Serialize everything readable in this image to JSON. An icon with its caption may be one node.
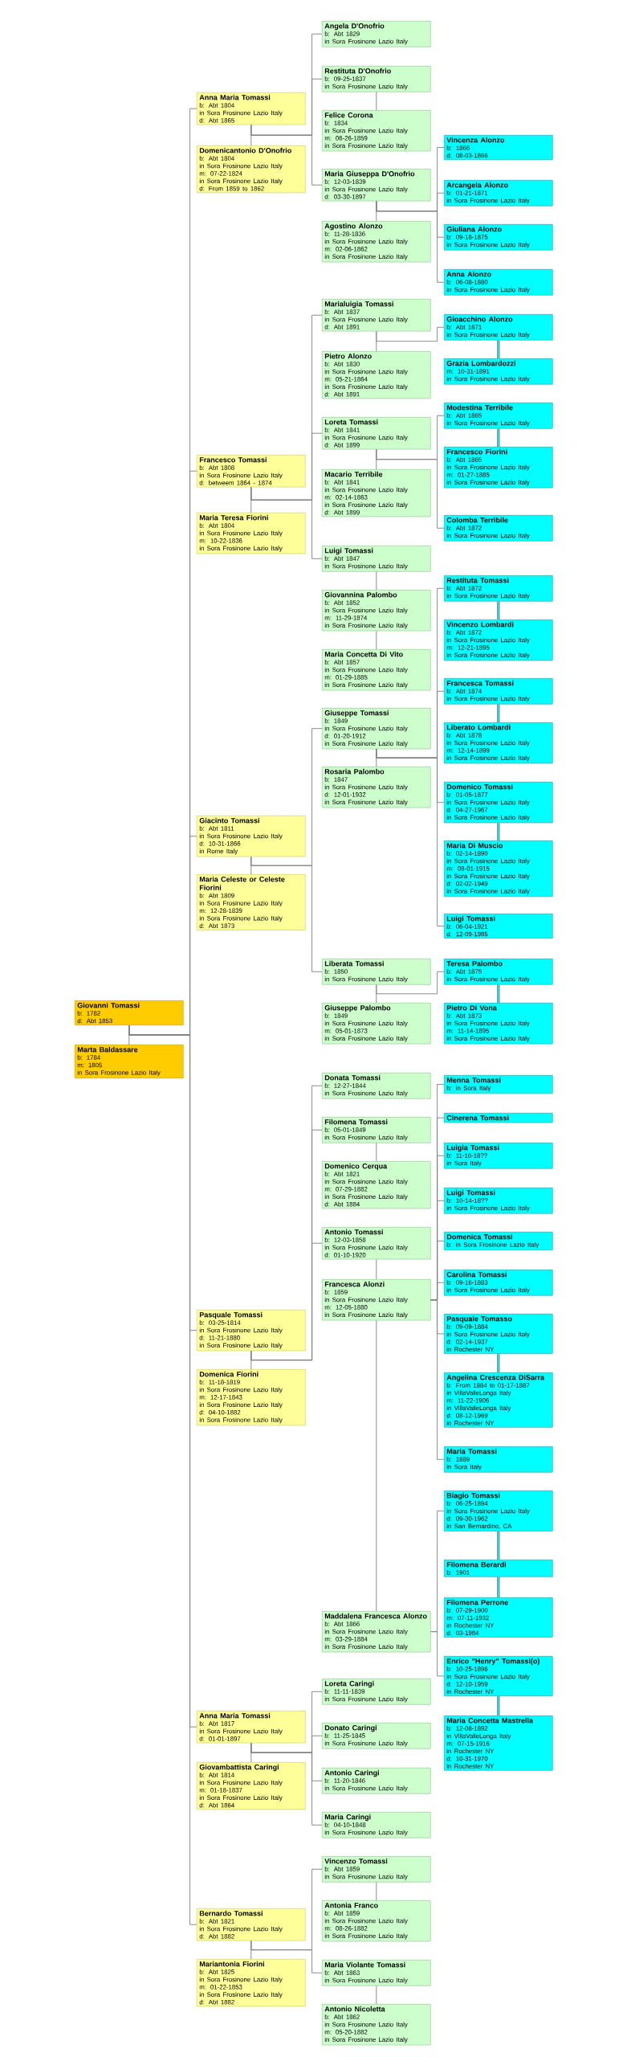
{
  "diagram": {
    "nodes": [
      {
        "text": [
          "Giovanni Tomassi",
          "b: 1782",
          "d: Abt 1853"
        ]
      },
      {
        "text": [
          "Marta Baldassare",
          "b: 1784",
          "m: 1805",
          "in Sora Frosinone Lazio Italy"
        ]
      },
      {
        "text": [
          "Anna Maria Tomassi",
          "b: Abt 1804",
          "in Sora Frosinone Lazio Italy",
          "d: Abt 1865"
        ]
      },
      {
        "text": [
          "Domenicantonio D'Onofrio",
          "b: Abt 1804",
          "in Sora Frosinone Lazio Italy",
          "m: 07-22-1824",
          "in Sora Frosinone Lazio Italy",
          "d: From 1859 to 1862"
        ]
      },
      {
        "text": [
          "Francesco Tomassi",
          "b: Abt 1808",
          "in Sora Frosinone Lazio Italy",
          "d: betweem 1864 - 1874"
        ]
      },
      {
        "text": [
          "Maria Teresa Fiorini",
          "b: Abt 1804",
          "in Sora Frosinone Lazio Italy",
          "m: 10-22-1836",
          "in Sora Frosinone Lazio Italy"
        ]
      },
      {
        "text": [
          "Giacinto Tomassi",
          "b: Abt 1811",
          "in Sora Frosinone Lazio Italy",
          "d: 10-31-1866",
          "in Rome Italy"
        ]
      },
      {
        "text": [
          "Maria Celeste or Celeste Fiorini",
          "b: Abt 1809",
          "in Sora Frosinone Lazio Italy",
          "m: 12-28-1839",
          "in Sora Frosinone Lazio Italy",
          "d: Abt 1873"
        ]
      },
      {
        "text": [
          "Pasquale Tomassi",
          "b: 03-25-1814",
          "in Sora Frosinone Lazio Italy",
          "d: 11-21-1880",
          "in Sora Frosinone Lazio Italy"
        ]
      },
      {
        "text": [
          "Domenica Fiorini",
          "b: 11-18-1819",
          "in Sora Frosinone Lazio Italy",
          "m: 12-17-1843",
          "in Sora Frosinone Lazio Italy",
          "d: 04-10-1882",
          "in Sora Frosinone Lazio Italy"
        ]
      },
      {
        "text": [
          "Anna Maria Tomassi",
          "b: Abt 1817",
          "in Sora Frosinone Lazio Italy",
          "d: 01-01-1897"
        ]
      },
      {
        "text": [
          "Giovambattista Caringi",
          "b: Abt 1814",
          "in Sora Frosinone Lazio Italy",
          "m: 01-18-1837",
          "in Sora Frosinone Lazio Italy",
          "d: Abt 1864"
        ]
      },
      {
        "text": [
          "Bernardo Tomassi",
          "b: Abt 1821",
          "in Sora Frosinone Lazio Italy",
          "d: Abt 1882"
        ]
      },
      {
        "text": [
          "Mariantonia Fiorini",
          "b: Abt 1825",
          "in Sora Frosinone Lazio Italy",
          "m: 01-22-1853",
          "in Sora Frosinone Lazio Italy",
          "d: Abt 1882"
        ]
      },
      {
        "text": [
          "Angela D'Onofrio",
          "b: Abt 1829",
          "in Sora Frosinone Lazio Italy"
        ]
      },
      {
        "text": [
          "Restituta D'Onofrio",
          "b: 09-25-1837",
          "in Sora Frosinone Lazio Italy"
        ]
      },
      {
        "text": [
          "Felice Corona",
          "b: 1834",
          "in Sora Frosinone Lazio Italy",
          "m: 06-26-1859",
          "in Sora Frosinone Lazio Italy"
        ]
      },
      {
        "text": [
          "Maria Giuseppa D'Onofrio",
          "b: 12-03-1839",
          "in Sora Frosinone Lazio Italy",
          "d: 03-30-1897"
        ]
      },
      {
        "text": [
          "Agostino Alonzo",
          "b: 11-28-1836",
          "in Sora Frosinone Lazio Italy",
          "m: 02-06-1862",
          "in Sora Frosinone Lazio Italy"
        ]
      },
      {
        "text": [
          "Marialuigia Tomassi",
          "b: Abt 1837",
          "in Sora Frosinone Lazio Italy",
          "d: Abt 1891"
        ]
      },
      {
        "text": [
          "Pietro Alonzo",
          "b: Abt 1830",
          "in Sora Frosinone Lazio Italy",
          "m: 05-21-1864",
          "in Sora Frosinone Lazio Italy",
          "d: Abt 1891"
        ]
      },
      {
        "text": [
          "Loreta Tomassi",
          "b: Abt 1841",
          "in Sora Frosinone Lazio Italy",
          "d: Abt 1899"
        ]
      },
      {
        "text": [
          "Macario Terribile",
          "b: Abt 1841",
          "in Sora Frosinone Lazio Italy",
          "m: 02-14-1863",
          "in Sora Frosinone Lazio Italy",
          "d: Abt 1899"
        ]
      },
      {
        "text": [
          "Luigi Tomassi",
          "b: Abt 1847",
          "in Sora Frosinone Lazio Italy"
        ]
      },
      {
        "text": [
          "Giovannina Palombo",
          "b: Abt 1852",
          "in Sora Frosinone Lazio Italy",
          "m: 11-29-1874",
          "in Sora Frosinone Lazio Italy"
        ]
      },
      {
        "text": [
          "Maria Concetta Di Vito",
          "b: Abt 1857",
          "in Sora Frosinone Lazio Italy",
          "m: 01-29-1885",
          "in Sora Frosinone Lazio Italy"
        ]
      },
      {
        "text": [
          "Giuseppe Tomassi",
          "b: 1849",
          "in Sora Frosinone Lazio Italy",
          "d: 01-20-1912",
          "in Sora Frosinone Lazio Italy"
        ]
      },
      {
        "text": [
          "Rosaria Palombo",
          "b: 1847",
          "in Sora Frosinone Lazio Italy",
          "d: 12-01-1932",
          "in Sora Frosinone Lazio Italy"
        ]
      },
      {
        "text": [
          "Liberata Tomassi",
          "b: 1850",
          "in Sora Frosinone Lazio Italy"
        ]
      },
      {
        "text": [
          "Giuseppe Palombo",
          "b: 1849",
          "in Sora Frosinone Lazio Italy",
          "m: 05-01-1873",
          "in Sora Frosinone Lazio Italy"
        ]
      },
      {
        "text": [
          "Donata Tomassi",
          "b: 12-27-1844",
          "in Sora Frosinone Lazio Italy"
        ]
      },
      {
        "text": [
          "Filomena Tomassi",
          "b: 05-01-1849",
          "in Sora Frosinone Lazio Italy"
        ]
      },
      {
        "text": [
          "Domenico Cerqua",
          "b: Abt 1821",
          "in Sora Frosinone Lazio Italy",
          "m: 07-29-1882",
          "in Sora Frosinone Lazio Italy",
          "d: Abt 1884"
        ]
      },
      {
        "text": [
          "Antonio Tomassi",
          "b: 12-03-1858",
          "in Sora Frosinone Lazio Italy",
          "d: 01-10-1920"
        ]
      },
      {
        "text": [
          "Francesca Alonzi",
          "b: 1859",
          "in Sora Frosinone Lazio Italy",
          "m: 12-05-1880",
          "in Sora Frosinone Lazio Italy"
        ]
      },
      {
        "text": [
          "Maddalena Francesca Alonzo",
          "b: Abt 1866",
          "in Sora Frosinone Lazio Italy",
          "m: 03-29-1884",
          "in Sora Frosinone Lazio Italy"
        ]
      },
      {
        "text": [
          "Loreta Caringi",
          "b: 11-11-1839",
          "in Sora Frosinone Lazio Italy"
        ]
      },
      {
        "text": [
          "Donato Caringi",
          "b: 11-25-1845",
          "in Sora Frosinone Lazio Italy"
        ]
      },
      {
        "text": [
          "Antonio Caringi",
          "b: 11-20-1846",
          "in Sora Frosinone Lazio Italy"
        ]
      },
      {
        "text": [
          "Maria Caringi",
          "b: 04-10-1848",
          "in Sora Frosinone Lazio Italy"
        ]
      },
      {
        "text": [
          "Vincenzo Tomassi",
          "b: Abt 1859",
          "in Sora Frosinone Lazio Italy"
        ]
      },
      {
        "text": [
          "Antonia Franco",
          "b: Abt 1859",
          "in Sora Frosinone Lazio Italy",
          "m: 08-26-1882",
          "in Sora Frosinone Lazio Italy"
        ]
      },
      {
        "text": [
          "Maria Violante Tomassi",
          "b: Abt 1863",
          "in Sora Frosinone Lazio Italy"
        ]
      },
      {
        "text": [
          "Antonio Nicoletta",
          "b: Abt 1862",
          "in Sora Frosinone Lazio Italy",
          "m: 05-20-1882",
          "in Sora Frosinone Lazio Italy"
        ]
      },
      {
        "text": [
          "Vincenza Alonzo",
          "b: 1866",
          "d: 08-03-1866"
        ]
      },
      {
        "text": [
          "Arcangela Alonzo",
          "b: 01-21-1871",
          "in Sora Frosinone Lazio Italy"
        ]
      },
      {
        "text": [
          "Giuliana Alonzo",
          "b: 09-18-1875",
          "in Sora Frosinone Lazio Italy"
        ]
      },
      {
        "text": [
          "Anna Alonzo",
          "b: 06-08-1880",
          "in Sora Frosinone Lazio Italy"
        ]
      },
      {
        "text": [
          "Gioacchino Alonzo",
          "b: Abt 1871",
          "in Sora Frosinone Lazio Italy"
        ]
      },
      {
        "text": [
          "Grazia Lombardozzi",
          "m: 10-31-1891",
          "in Sora Frosinone Lazio Italy"
        ]
      },
      {
        "text": [
          "Modestina Terribile",
          "b: Abt 1865",
          "in Sora Frosinone Lazio Italy"
        ]
      },
      {
        "text": [
          "Francesco Fiorini",
          "b: Abt 1865",
          "in Sora Frosinone Lazio Italy",
          "m: 01-27-1885",
          "in Sora Frosinone Lazio Italy"
        ]
      },
      {
        "text": [
          "Colomba Terribile",
          "b: Abt 1872",
          "in Sora Frosinone Lazio Italy"
        ]
      },
      {
        "text": [
          "Restituta Tomassi",
          "b: Abt 1872",
          "in Sora Frosinone Lazio Italy"
        ]
      },
      {
        "text": [
          "Vincenzo Lombardi",
          "b: Abt 1872",
          "in Sora Frosinone Lazio Italy",
          "m: 12-21-1895",
          "in Sora Frosinone Lazio Italy"
        ]
      },
      {
        "text": [
          "Francesca Tomassi",
          "b: Abt 1874",
          "in Sora Frosinone Lazio Italy"
        ]
      },
      {
        "text": [
          "Liberato Lombardi",
          "b: Abt 1878",
          "in Sora Frosinone Lazio Italy",
          "m: 12-14-1899",
          "in Sora Frosinone Lazio Italy"
        ]
      },
      {
        "text": [
          "Domenico Tomassi",
          "b: 01-05-1877",
          "in Sora Frosinone Lazio Italy",
          "d: 04-27-1967",
          "in Sora Frosinone Lazio Italy"
        ]
      },
      {
        "text": [
          "Maria Di Muscio",
          "b: 02-14-1890",
          "in Sora Frosinone Lazio Italy",
          "m: 08-01-1915",
          "in Sora Frosinone Lazio Italy",
          "d: 02-02-1949",
          "in Sora Frosinone Lazio Italy"
        ]
      },
      {
        "text": [
          "Luigi Tomassi",
          "b: 06-04-1921",
          "d: 12-09-1985"
        ]
      },
      {
        "text": [
          "Teresa Palombo",
          "b: Abt 1875",
          "in Sora Frosinone Lazio Italy"
        ]
      },
      {
        "text": [
          "Pietro Di Vona",
          "b: Abt 1873",
          "in Sora Frosinone Lazio Italy",
          "m: 11-14-1895",
          "in Sora Frosinone Lazio Italy"
        ]
      },
      {
        "text": [
          "Menna Tomassi",
          "b: in Sora Italy"
        ]
      },
      {
        "text": [
          "Cinerena Tomassi"
        ]
      },
      {
        "text": [
          "Luigia Tomassi",
          "b: 11-16-18??",
          "in Sora Italy"
        ]
      },
      {
        "text": [
          "Luigi Tomassi",
          "b: 10-14-18??",
          "in Sora Frosinone Lazio Italy"
        ]
      },
      {
        "text": [
          "Domenica Tomassi",
          "b: in Sora Frosinone Lazio Italy"
        ]
      },
      {
        "text": [
          "Carolina Tomassi",
          "b: 09-16-1883",
          "in Sora Frosinone Lazio Italy"
        ]
      },
      {
        "text": [
          "Pasquale Tomasso",
          "b: 09-09-1884",
          "in Sora Frosinone Lazio Italy",
          "d: 02-14-1937",
          "in Rochester NY"
        ]
      },
      {
        "text": [
          "Angelina Crescenza DiSarra",
          "b: From 1884 to 01-17-1887",
          "in VillaValleLonga Italy",
          "m: 11-22-1906",
          "in VillaValleLonga Italy",
          "d: 08-12-1969",
          "in Rochester NY"
        ]
      },
      {
        "text": [
          "Maria Tomassi",
          "b: 1889",
          "in Sora Italy"
        ]
      },
      {
        "text": [
          "Biagio Tomassi",
          "b: 06-25-1894",
          "in Sora Frosinone Lazio Italy",
          "d: 09-30-1962",
          "in San Bernardino, CA"
        ]
      },
      {
        "text": [
          "Filomena Berardi",
          "b: 1901"
        ]
      },
      {
        "text": [
          "Filomena Perrone",
          "b: 07-29-1900",
          "m: 07-11-1932",
          "in Rochester NY",
          "d: 03-1984"
        ]
      },
      {
        "text": [
          "Enrico \"Henry\" Tomassi(o)",
          "b: 10-25-1896",
          "in Sora Frosinone Lazio Italy",
          "d: 12-10-1959",
          "in Rochester NY"
        ]
      },
      {
        "text": [
          "Maria Concetta Mastrella",
          "b: 12-08-1892",
          "in VillaValleLonga Italy",
          "m: 07-15-1916",
          "in Rochester NY",
          "d: 10-31-1970",
          "in Rochester NY"
        ]
      }
    ],
    "edges": [
      {
        "from": 0,
        "to": 1,
        "arrow": "none"
      },
      {
        "from": 2,
        "to": 3,
        "arrow": "none"
      },
      {
        "from": 4,
        "to": 5,
        "arrow": "none"
      },
      {
        "from": 6,
        "to": 7,
        "arrow": "none"
      },
      {
        "from": 8,
        "to": 9,
        "arrow": "none"
      },
      {
        "from": 10,
        "to": 11,
        "arrow": "none"
      },
      {
        "from": 12,
        "to": 13,
        "arrow": "none"
      },
      {
        "from": 15,
        "to": 16,
        "arrow": "none"
      },
      {
        "from": 17,
        "to": 18,
        "arrow": "none"
      },
      {
        "from": 19,
        "to": 20,
        "arrow": "none"
      },
      {
        "from": 21,
        "to": 22,
        "arrow": "none"
      },
      {
        "from": 23,
        "to": 24,
        "arrow": "none"
      },
      {
        "from": 24,
        "to": 25,
        "arrow": "none"
      },
      {
        "from": 26,
        "to": 27,
        "arrow": "none"
      },
      {
        "from": 28,
        "to": 29,
        "arrow": "none"
      },
      {
        "from": 31,
        "to": 32,
        "arrow": "none"
      },
      {
        "from": 33,
        "to": 34,
        "arrow": "none"
      },
      {
        "from": 34,
        "to": 35,
        "arrow": "none"
      },
      {
        "from": 40,
        "to": 41,
        "arrow": "none"
      },
      {
        "from": 42,
        "to": 43,
        "arrow": "none"
      },
      {
        "from": 48,
        "to": 49,
        "arrow": "none"
      },
      {
        "from": 50,
        "to": 51,
        "arrow": "none"
      },
      {
        "from": 53,
        "to": 54,
        "arrow": "none"
      },
      {
        "from": 55,
        "to": 56,
        "arrow": "none"
      },
      {
        "from": 57,
        "to": 58,
        "arrow": "none"
      },
      {
        "from": 60,
        "to": 61,
        "arrow": "none"
      },
      {
        "from": 68,
        "to": 69,
        "arrow": "none"
      },
      {
        "from": 71,
        "to": 72,
        "arrow": "none"
      },
      {
        "from": 72,
        "to": 73,
        "arrow": "none"
      },
      {
        "from": 74,
        "to": 75,
        "arrow": "none"
      },
      {
        "from": 0,
        "to": 2,
        "arrow": "none"
      },
      {
        "from": 0,
        "to": 4,
        "arrow": "none"
      },
      {
        "from": 0,
        "to": 6,
        "arrow": "none"
      },
      {
        "from": 0,
        "to": 8,
        "arrow": "none"
      },
      {
        "from": 0,
        "to": 10,
        "arrow": "none"
      },
      {
        "from": 0,
        "to": 12,
        "arrow": "none"
      },
      {
        "from": 2,
        "to": 14,
        "arrow": "none"
      },
      {
        "from": 2,
        "to": 15,
        "arrow": "none"
      },
      {
        "from": 2,
        "to": 17,
        "arrow": "none"
      },
      {
        "from": 4,
        "to": 19,
        "arrow": "none"
      },
      {
        "from": 4,
        "to": 21,
        "arrow": "none"
      },
      {
        "from": 4,
        "to": 23,
        "arrow": "none"
      },
      {
        "from": 6,
        "to": 26,
        "arrow": "none"
      },
      {
        "from": 6,
        "to": 28,
        "arrow": "none"
      },
      {
        "from": 8,
        "to": 30,
        "arrow": "none"
      },
      {
        "from": 8,
        "to": 31,
        "arrow": "none"
      },
      {
        "from": 8,
        "to": 33,
        "arrow": "none"
      },
      {
        "from": 10,
        "to": 36,
        "arrow": "none"
      },
      {
        "from": 10,
        "to": 37,
        "arrow": "none"
      },
      {
        "from": 10,
        "to": 38,
        "arrow": "none"
      },
      {
        "from": 10,
        "to": 39,
        "arrow": "none"
      },
      {
        "from": 12,
        "to": 40,
        "arrow": "none"
      },
      {
        "from": 12,
        "to": 42,
        "arrow": "none"
      },
      {
        "from": 17,
        "to": 44,
        "arrow": "none"
      },
      {
        "from": 17,
        "to": 45,
        "arrow": "none"
      },
      {
        "from": 17,
        "to": 46,
        "arrow": "none"
      },
      {
        "from": 17,
        "to": 47,
        "arrow": "none"
      },
      {
        "from": 19,
        "to": 48,
        "arrow": "none"
      },
      {
        "from": 21,
        "to": 50,
        "arrow": "none"
      },
      {
        "from": 21,
        "to": 52,
        "arrow": "none"
      },
      {
        "from": 26,
        "to": 53,
        "arrow": "none"
      },
      {
        "from": 26,
        "to": 55,
        "arrow": "none"
      },
      {
        "from": 26,
        "to": 57,
        "arrow": "none"
      },
      {
        "from": 26,
        "to": 59,
        "arrow": "none"
      },
      {
        "from": 28,
        "to": 60,
        "arrow": "none"
      },
      {
        "from": 34,
        "to": 62,
        "arrow": "none"
      },
      {
        "from": 34,
        "to": 63,
        "arrow": "none"
      },
      {
        "from": 34,
        "to": 64,
        "arrow": "none"
      },
      {
        "from": 34,
        "to": 65,
        "arrow": "none"
      },
      {
        "from": 34,
        "to": 66,
        "arrow": "none"
      },
      {
        "from": 34,
        "to": 67,
        "arrow": "none"
      },
      {
        "from": 34,
        "to": 68,
        "arrow": "none"
      },
      {
        "from": 34,
        "to": 70,
        "arrow": "none"
      },
      {
        "from": 35,
        "to": 71,
        "arrow": "none"
      },
      {
        "from": 35,
        "to": 74,
        "arrow": "none"
      }
    ]
  }
}
